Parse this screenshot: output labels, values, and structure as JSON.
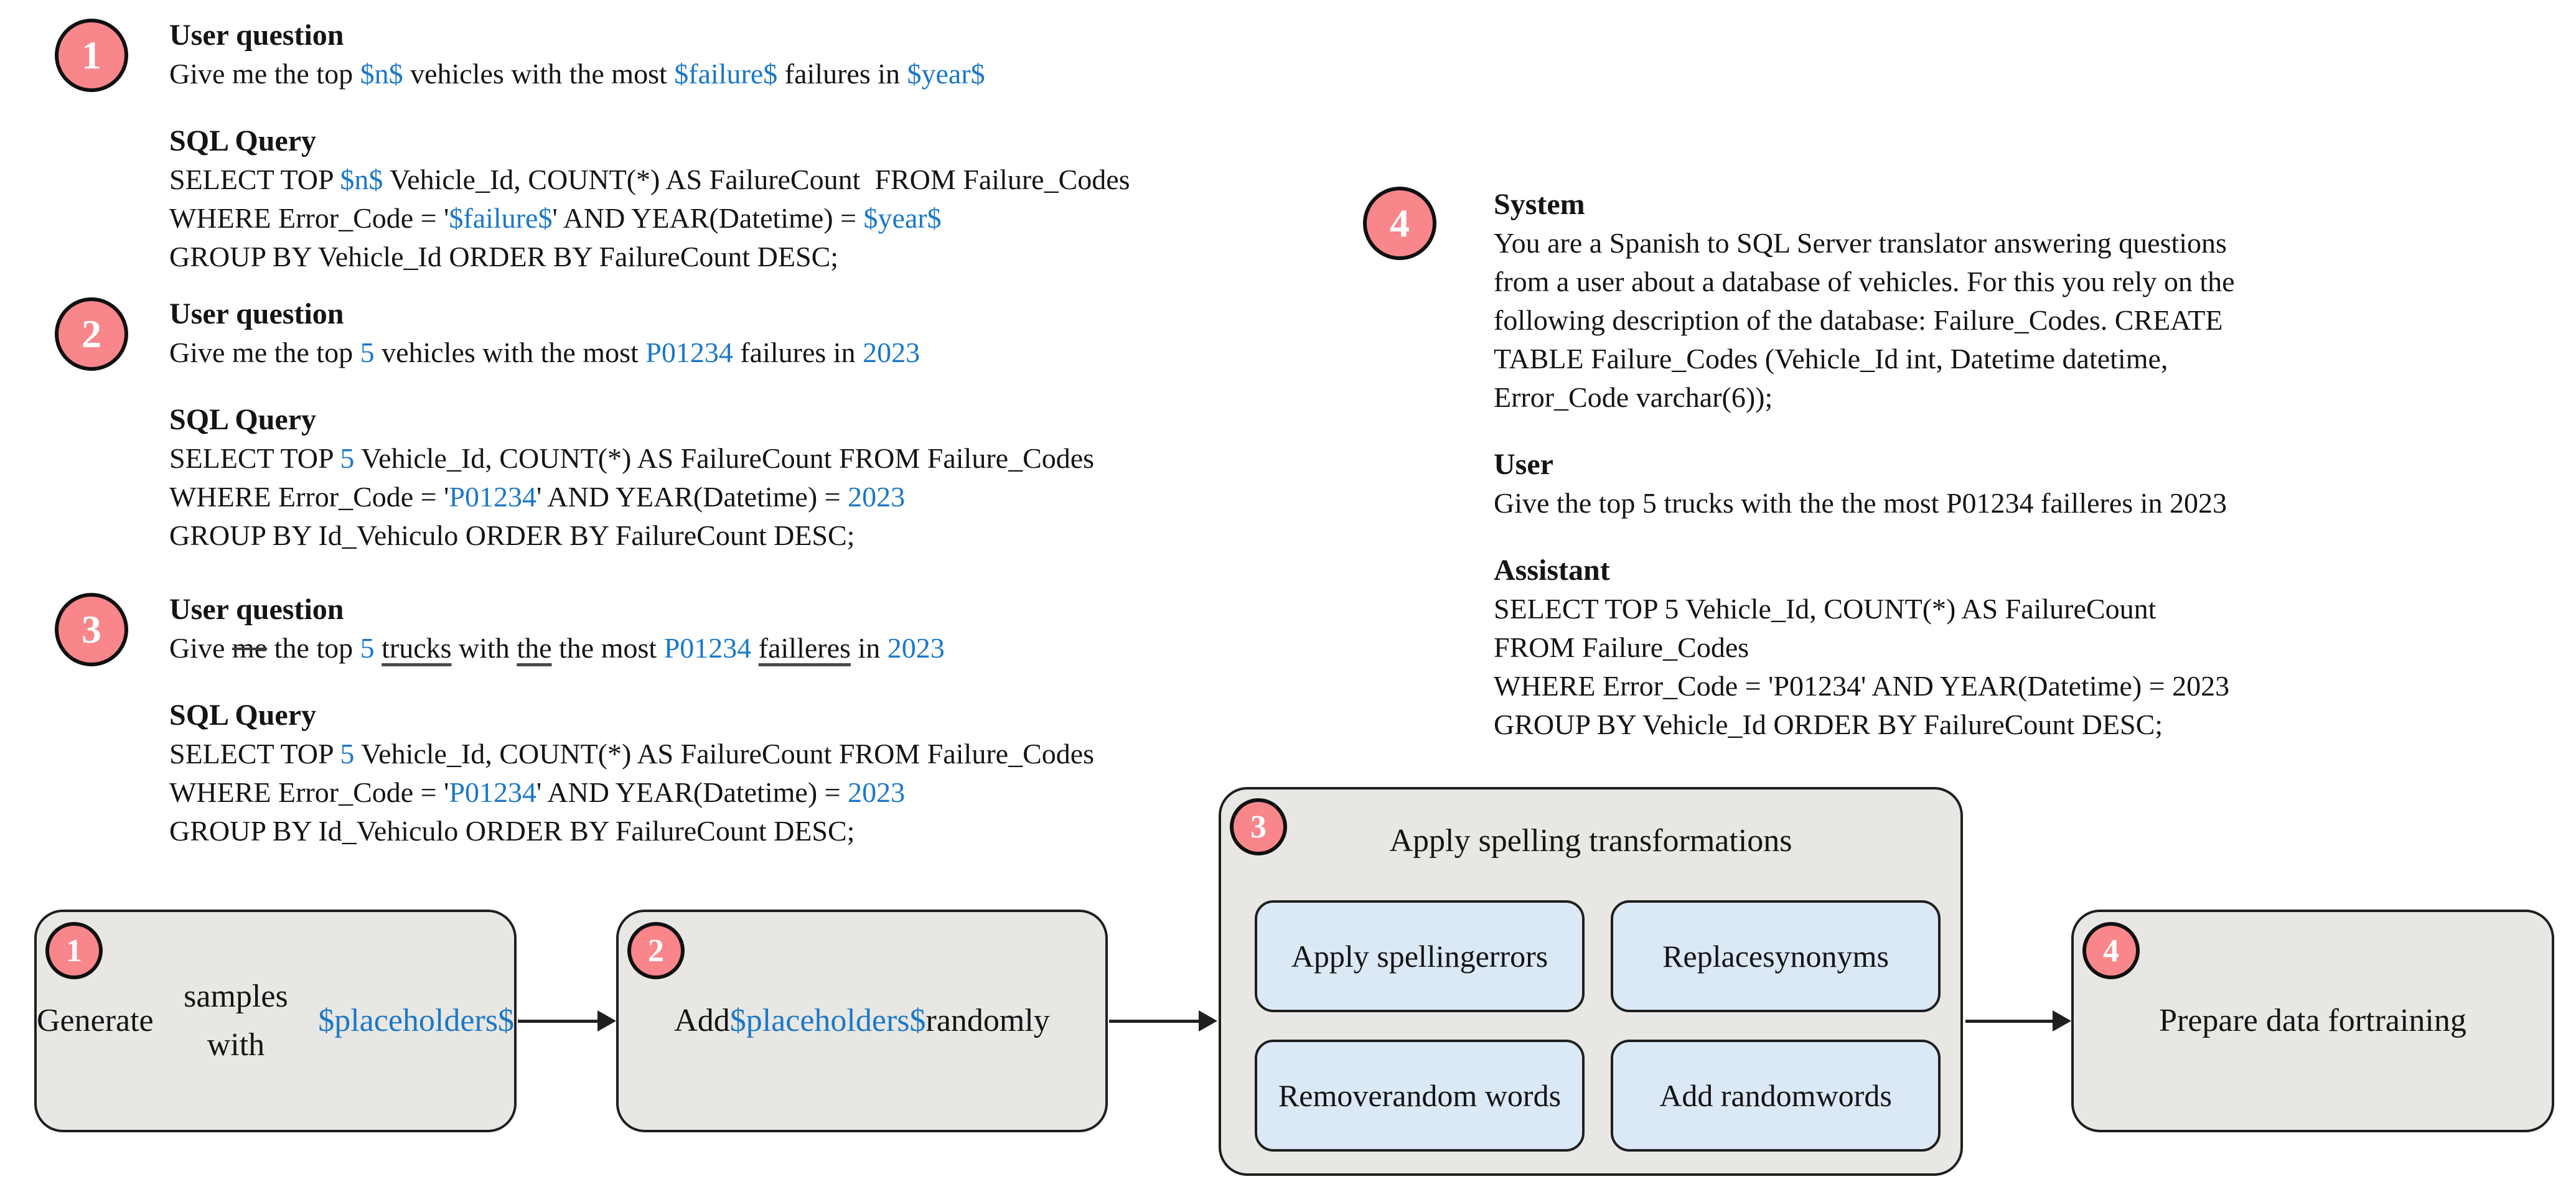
{
  "colors": {
    "accent_blue": "#1b78c9",
    "badge_fill": "#f8868b",
    "box_fill": "#e8e7e4",
    "subbox_fill": "#dbe8f6"
  },
  "samples": [
    {
      "step": "1",
      "question_label": "User question",
      "question": [
        {
          "t": "Give me the top "
        },
        {
          "t": "$n$",
          "c": "blue"
        },
        {
          "t": " vehicles with the most "
        },
        {
          "t": "$failure$",
          "c": "blue"
        },
        {
          "t": " failures in "
        },
        {
          "t": "$year$",
          "c": "blue"
        }
      ],
      "sql_label": "SQL Query",
      "sql": [
        [
          {
            "t": "SELECT TOP "
          },
          {
            "t": "$n$",
            "c": "blue"
          },
          {
            "t": " Vehicle_Id, COUNT(*) AS FailureCount  FROM Failure_Codes"
          }
        ],
        [
          {
            "t": "WHERE Error_Code = '"
          },
          {
            "t": "$failure$",
            "c": "blue"
          },
          {
            "t": "' AND YEAR(Datetime) = "
          },
          {
            "t": "$year$",
            "c": "blue"
          }
        ],
        [
          {
            "t": "GROUP BY Vehicle_Id ORDER BY FailureCount DESC;"
          }
        ]
      ]
    },
    {
      "step": "2",
      "question_label": "User question",
      "question": [
        {
          "t": "Give me the top "
        },
        {
          "t": "5",
          "c": "blue"
        },
        {
          "t": " vehicles with the most "
        },
        {
          "t": "P01234",
          "c": "blue"
        },
        {
          "t": " failures in "
        },
        {
          "t": "2023",
          "c": "blue"
        }
      ],
      "sql_label": "SQL Query",
      "sql": [
        [
          {
            "t": "SELECT TOP "
          },
          {
            "t": "5",
            "c": "blue"
          },
          {
            "t": " Vehicle_Id, COUNT(*) AS FailureCount FROM Failure_Codes"
          }
        ],
        [
          {
            "t": "WHERE Error_Code = '"
          },
          {
            "t": "P01234",
            "c": "blue"
          },
          {
            "t": "' AND YEAR(Datetime) = "
          },
          {
            "t": "2023",
            "c": "blue"
          }
        ],
        [
          {
            "t": "GROUP BY Id_Vehiculo ORDER BY FailureCount DESC;"
          }
        ]
      ]
    },
    {
      "step": "3",
      "question_label": "User question",
      "question": [
        {
          "t": "Give "
        },
        {
          "t": "me",
          "c": "strike"
        },
        {
          "t": " the top "
        },
        {
          "t": "5",
          "c": "blue"
        },
        {
          "t": " "
        },
        {
          "t": "trucks",
          "c": "underline"
        },
        {
          "t": " with "
        },
        {
          "t": "the",
          "c": "underline"
        },
        {
          "t": " the most "
        },
        {
          "t": "P01234",
          "c": "blue"
        },
        {
          "t": " "
        },
        {
          "t": "failleres",
          "c": "underline"
        },
        {
          "t": " in "
        },
        {
          "t": "2023",
          "c": "blue"
        }
      ],
      "sql_label": "SQL Query",
      "sql": [
        [
          {
            "t": "SELECT TOP "
          },
          {
            "t": "5",
            "c": "blue"
          },
          {
            "t": " Vehicle_Id, COUNT(*) AS FailureCount FROM Failure_Codes"
          }
        ],
        [
          {
            "t": "WHERE Error_Code = '"
          },
          {
            "t": "P01234",
            "c": "blue"
          },
          {
            "t": "' AND YEAR(Datetime) = "
          },
          {
            "t": "2023",
            "c": "blue"
          }
        ],
        [
          {
            "t": "GROUP BY Id_Vehiculo ORDER BY FailureCount DESC;"
          }
        ]
      ]
    }
  ],
  "conversation": {
    "step": "4",
    "system_label": "System",
    "system_lines": [
      "You are a Spanish to SQL Server translator answering questions",
      "from a user about a database of vehicles. For this you rely on the",
      "following description of the database: Failure_Codes. CREATE",
      "TABLE Failure_Codes (Vehicle_Id int, Datetime datetime,",
      "Error_Code varchar(6));"
    ],
    "user_label": "User",
    "user_line": "Give the top 5 trucks with the the most P01234 failleres in 2023",
    "assistant_label": "Assistant",
    "assistant_lines": [
      "SELECT TOP 5 Vehicle_Id, COUNT(*) AS FailureCount",
      "FROM Failure_Codes",
      "WHERE Error_Code = 'P01234' AND YEAR(Datetime) = 2023",
      "GROUP BY Vehicle_Id ORDER BY FailureCount DESC;"
    ]
  },
  "pipeline": {
    "steps": [
      {
        "num": "1",
        "label": [
          {
            "t": "Generate"
          },
          {
            "br": true
          },
          {
            "t": "samples with"
          },
          {
            "br": true
          },
          {
            "t": "$placeholders$",
            "c": "blue"
          }
        ]
      },
      {
        "num": "2",
        "label": [
          {
            "t": "Add"
          },
          {
            "br": true
          },
          {
            "t": "$placeholders$",
            "c": "blue"
          },
          {
            "br": true
          },
          {
            "t": "randomly"
          }
        ]
      },
      {
        "num": "3",
        "title": "Apply spelling transformations",
        "sub_boxes": [
          [
            {
              "t": "Apply spelling"
            },
            {
              "br": true
            },
            {
              "t": "errors"
            }
          ],
          [
            {
              "t": "Replace"
            },
            {
              "br": true
            },
            {
              "t": "synonyms"
            }
          ],
          [
            {
              "t": "Remove"
            },
            {
              "br": true
            },
            {
              "t": "random words"
            }
          ],
          [
            {
              "t": "Add random"
            },
            {
              "br": true
            },
            {
              "t": "words"
            }
          ]
        ]
      },
      {
        "num": "4",
        "label": [
          {
            "t": "Prepare data for"
          },
          {
            "br": true
          },
          {
            "t": "training"
          }
        ]
      }
    ]
  }
}
